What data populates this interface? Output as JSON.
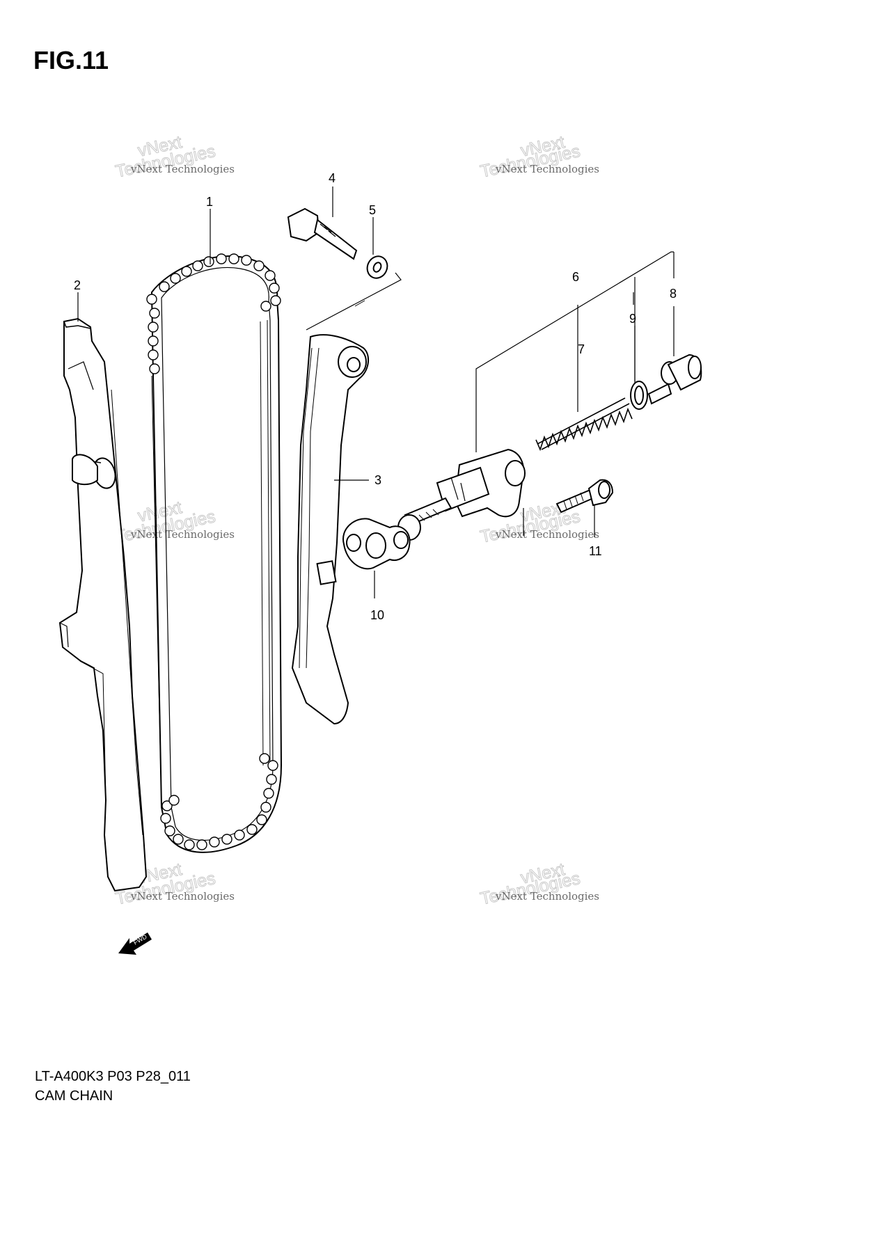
{
  "figure": {
    "title": "FIG.11"
  },
  "footer": {
    "code": "LT-A400K3 P03 P28_011",
    "name": "CAM CHAIN"
  },
  "watermark": {
    "line1": "vNext",
    "line2": "vNext Technologies",
    "line3": "Technologies"
  },
  "fwd_arrow": {
    "label": "FWD"
  },
  "callouts": [
    {
      "number": "1",
      "part": "cam chain"
    },
    {
      "number": "2",
      "part": "cam chain guide"
    },
    {
      "number": "3",
      "part": "cam chain tensioner"
    },
    {
      "number": "4",
      "part": "bolt"
    },
    {
      "number": "5",
      "part": "washer"
    },
    {
      "number": "6",
      "part": "tensioner adjuster"
    },
    {
      "number": "7",
      "part": "spring"
    },
    {
      "number": "8",
      "part": "plug"
    },
    {
      "number": "9",
      "part": "o-ring"
    },
    {
      "number": "10",
      "part": "gasket"
    },
    {
      "number": "11",
      "part": "bolt"
    }
  ]
}
